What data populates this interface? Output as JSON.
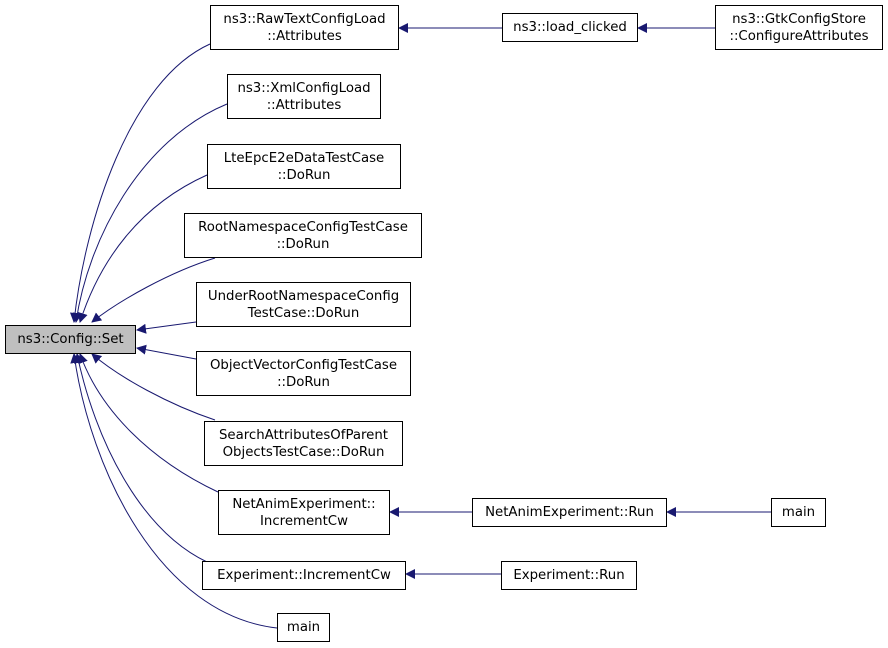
{
  "colors": {
    "edge": "#191970",
    "root_fill": "#bfbfbf",
    "node_fill": "#ffffff",
    "border": "#000000"
  },
  "nodes": {
    "config_set": {
      "lines": [
        "ns3::Config::Set"
      ]
    },
    "rawtext": {
      "lines": [
        "ns3::RawTextConfigLoad",
        "::Attributes"
      ]
    },
    "load_clicked": {
      "lines": [
        "ns3::load_clicked"
      ]
    },
    "gtk_configure": {
      "lines": [
        "ns3::GtkConfigStore",
        "::ConfigureAttributes"
      ]
    },
    "xmlconfig": {
      "lines": [
        "ns3::XmlConfigLoad",
        "::Attributes"
      ]
    },
    "lte_epc": {
      "lines": [
        "LteEpcE2eDataTestCase",
        "::DoRun"
      ]
    },
    "root_ns": {
      "lines": [
        "RootNamespaceConfigTestCase",
        "::DoRun"
      ]
    },
    "under_root": {
      "lines": [
        "UnderRootNamespaceConfig",
        "TestCase::DoRun"
      ]
    },
    "obj_vector": {
      "lines": [
        "ObjectVectorConfigTestCase",
        "::DoRun"
      ]
    },
    "search_attr": {
      "lines": [
        "SearchAttributesOfParent",
        "ObjectsTestCase::DoRun"
      ]
    },
    "netanim_inc": {
      "lines": [
        "NetAnimExperiment::",
        "IncrementCw"
      ]
    },
    "netanim_run": {
      "lines": [
        "NetAnimExperiment::Run"
      ]
    },
    "main_netanim": {
      "lines": [
        "main"
      ]
    },
    "exp_inc": {
      "lines": [
        "Experiment::IncrementCw"
      ]
    },
    "exp_run": {
      "lines": [
        "Experiment::Run"
      ]
    },
    "main_bottom": {
      "lines": [
        "main"
      ]
    }
  }
}
